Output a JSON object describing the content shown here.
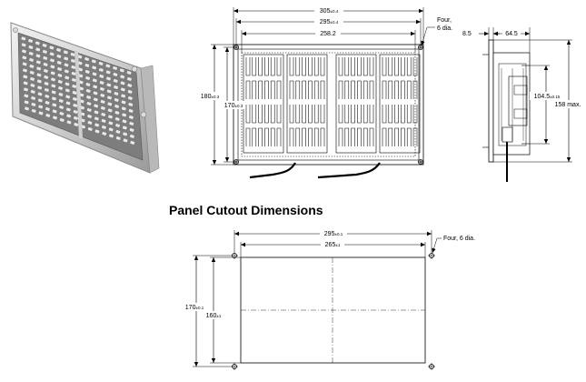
{
  "section_heading": "Panel Cutout Dimensions",
  "front_view": {
    "width_outer": {
      "main": "305",
      "tol": "±0.4"
    },
    "hole_pitch_x": {
      "main": "295",
      "tol": "±0.4"
    },
    "grille_width": "258.2",
    "height_outer": {
      "main": "180",
      "tol": "±0.3"
    },
    "hole_pitch_y": {
      "main": "170",
      "tol": "±0.3"
    },
    "holes_note_line1": "Four,",
    "holes_note_line2": "6 dia."
  },
  "side_view": {
    "flange": "8.5",
    "depth": "64.5",
    "inner_height": {
      "main": "104.5",
      "tol": "±0.15"
    },
    "max_height": "158 max."
  },
  "cutout": {
    "hole_pitch_x": {
      "main": "295",
      "tol": "±0.1"
    },
    "cutout_width": {
      "main": "265",
      "tol": "±1"
    },
    "hole_pitch_y": {
      "main": "170",
      "tol": "±0.1"
    },
    "cutout_height": {
      "main": "160",
      "tol": "±1"
    },
    "holes_note": "Four, 6 dia."
  },
  "colors": {
    "line": "#000000",
    "panel": "#ffffff",
    "metal": "#c9c9c9"
  }
}
